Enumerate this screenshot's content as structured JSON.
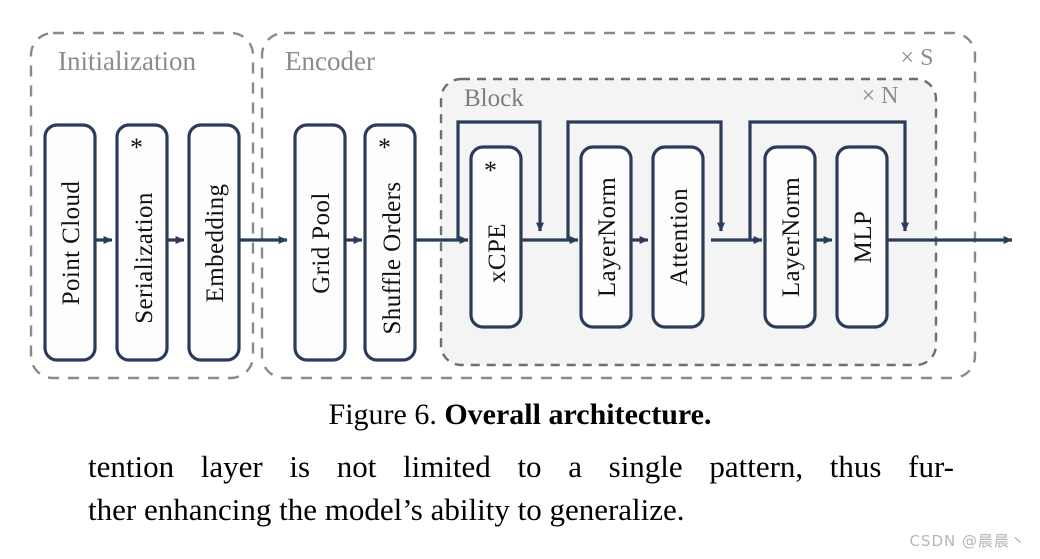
{
  "figure": {
    "groups": [
      {
        "id": "initialization",
        "label": "Initialization"
      },
      {
        "id": "encoder",
        "label": "Encoder"
      }
    ],
    "block": {
      "label": "Block"
    },
    "repeat_labels": {
      "encoder": "× S",
      "block": "× N"
    },
    "nodes": [
      {
        "id": "point-cloud",
        "label": "Point Cloud",
        "star": ""
      },
      {
        "id": "serialization",
        "label": "Serialization",
        "star": "*"
      },
      {
        "id": "embedding",
        "label": "Embedding",
        "star": ""
      },
      {
        "id": "grid-pool",
        "label": "Grid Pool",
        "star": ""
      },
      {
        "id": "shuffle-orders",
        "label": "Shuffle Orders",
        "star": "*"
      },
      {
        "id": "xcpe",
        "label": "xCPE",
        "star": "*"
      },
      {
        "id": "layernorm-1",
        "label": "LayerNorm",
        "star": ""
      },
      {
        "id": "attention",
        "label": "Attention",
        "star": ""
      },
      {
        "id": "layernorm-2",
        "label": "LayerNorm",
        "star": ""
      },
      {
        "id": "mlp",
        "label": "MLP",
        "star": ""
      }
    ],
    "colors": {
      "node_stroke": "#2b3c5b",
      "node_fill": "#fdfdfd",
      "group_stroke": "#8a8a8a",
      "group_label": "#8c8c8c",
      "block_fill": "#f4f4f4",
      "text": "#111111"
    }
  },
  "caption": {
    "number": "Figure 6.",
    "title": "Overall architecture."
  },
  "body": {
    "line1": "tention layer is not limited to a single pattern, thus fur-",
    "line2": "ther enhancing the model’s ability to generalize."
  },
  "watermark": {
    "text": "CSDN @晨晨丶"
  }
}
